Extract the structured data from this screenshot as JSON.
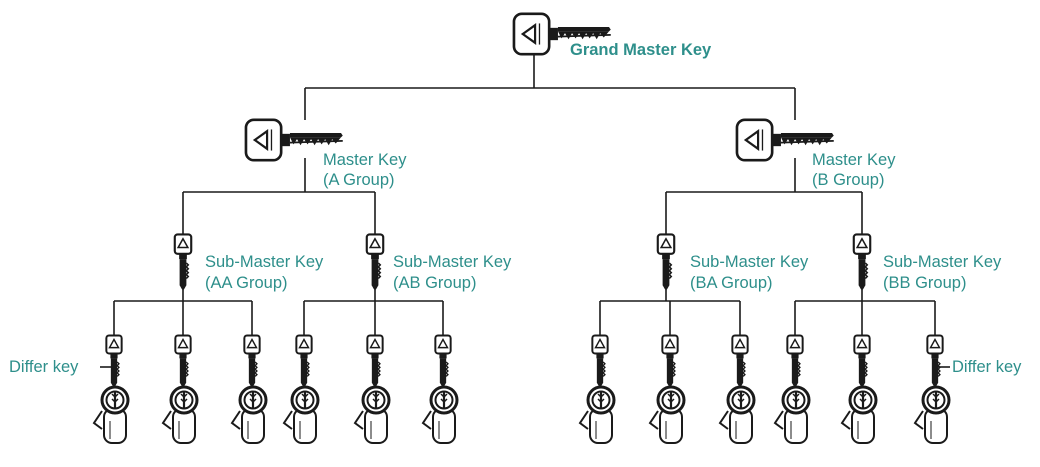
{
  "colors": {
    "label": "#2e8f8b",
    "line": "#1a1a1a"
  },
  "grand_master": {
    "icon": "large-key-icon",
    "label": "Grand Master Key"
  },
  "master_keys": [
    {
      "icon": "large-key-icon",
      "label_line1": "Master Key",
      "label_line2": "(A Group)"
    },
    {
      "icon": "large-key-icon",
      "label_line1": "Master Key",
      "label_line2": "(B Group)"
    }
  ],
  "sub_master_keys": [
    {
      "icon": "small-key-icon",
      "label_line1": "Sub-Master Key",
      "label_line2": "(AA Group)"
    },
    {
      "icon": "small-key-icon",
      "label_line1": "Sub-Master Key",
      "label_line2": "(AB Group)"
    },
    {
      "icon": "small-key-icon",
      "label_line1": "Sub-Master Key",
      "label_line2": "(BA Group)"
    },
    {
      "icon": "small-key-icon",
      "label_line1": "Sub-Master Key",
      "label_line2": "(BB Group)"
    }
  ],
  "differ_key_label": "Differ key",
  "differ_key_icon": "small-key-icon",
  "lock_cylinder_icon": "lock-cylinder-icon",
  "groups_per_sub_master": 3
}
